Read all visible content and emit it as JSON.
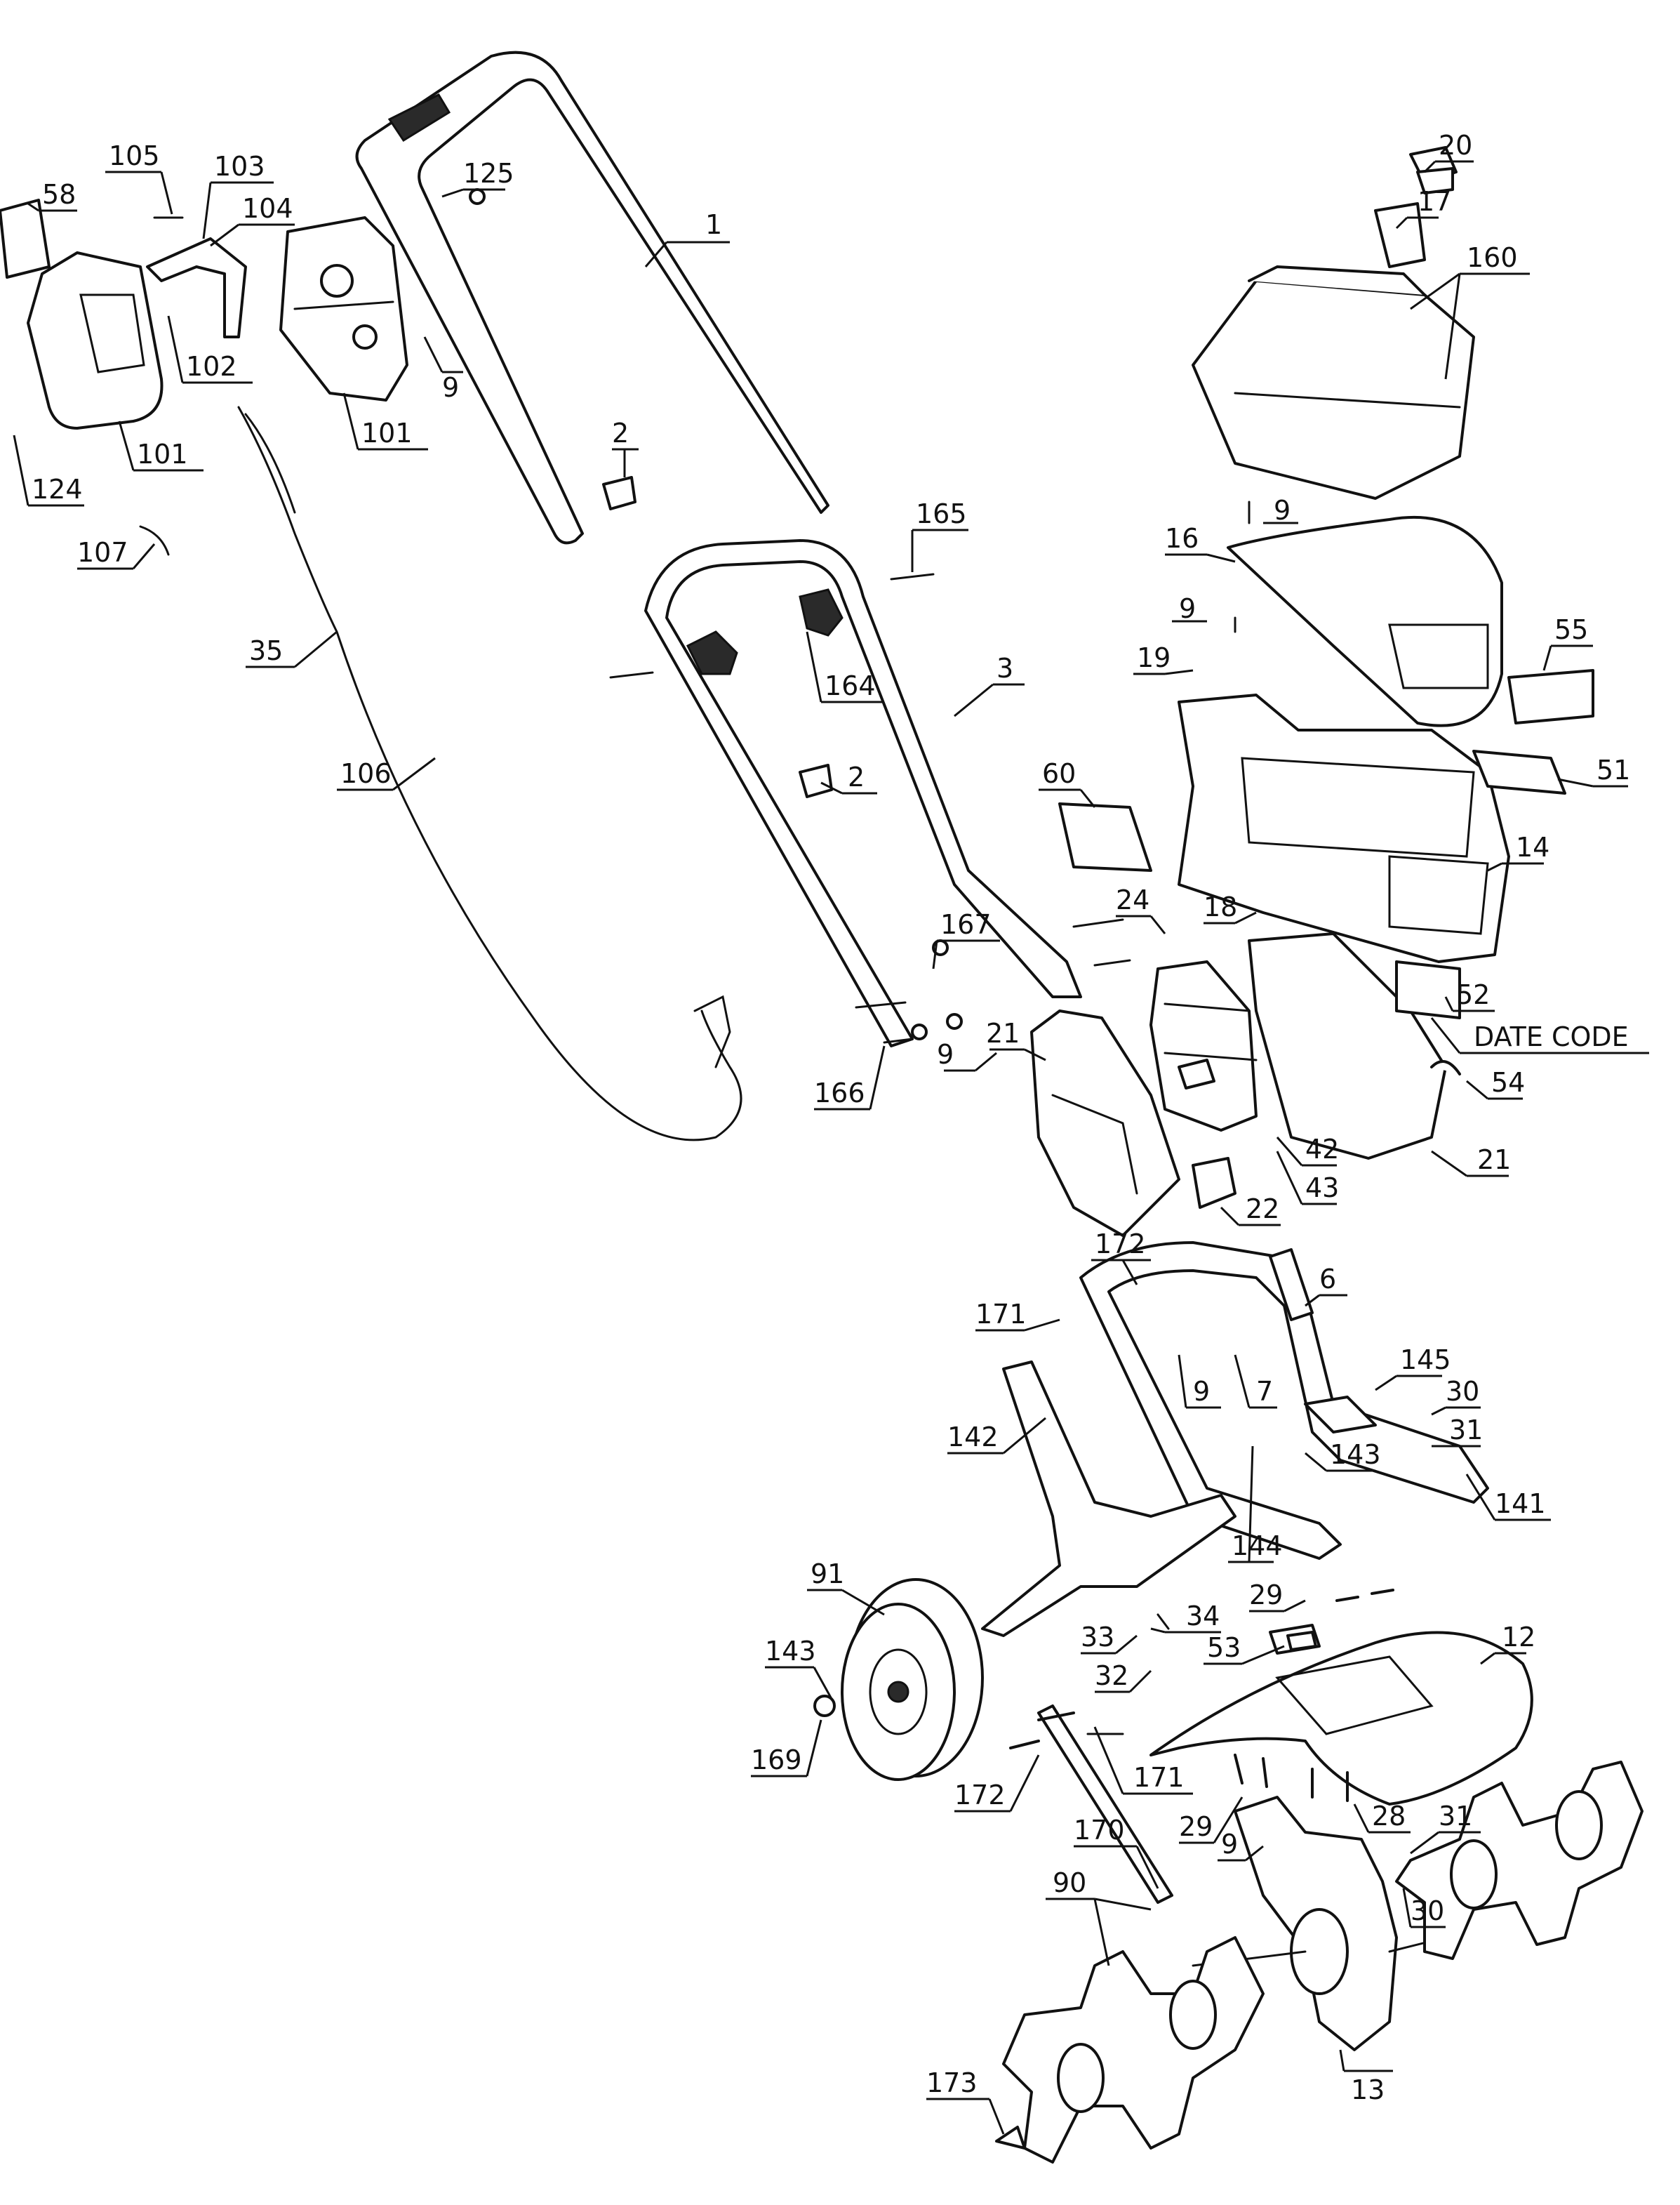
{
  "diagram": {
    "labels": [
      "1",
      "2",
      "2",
      "3",
      "6",
      "7",
      "9",
      "9",
      "9",
      "9",
      "9",
      "9",
      "9",
      "12",
      "13",
      "14",
      "16",
      "17",
      "18",
      "19",
      "20",
      "21",
      "21",
      "22",
      "24",
      "28",
      "29",
      "29",
      "30",
      "30",
      "31",
      "31",
      "32",
      "33",
      "34",
      "35",
      "42",
      "43",
      "51",
      "52",
      "53",
      "54",
      "55",
      "58",
      "60",
      "90",
      "91",
      "101",
      "101",
      "102",
      "103",
      "104",
      "105",
      "106",
      "107",
      "124",
      "125",
      "141",
      "142",
      "143",
      "143",
      "144",
      "145",
      "160",
      "164",
      "165",
      "166",
      "167",
      "169",
      "170",
      "171",
      "171",
      "172",
      "172",
      "173",
      "DATE CODE"
    ]
  }
}
